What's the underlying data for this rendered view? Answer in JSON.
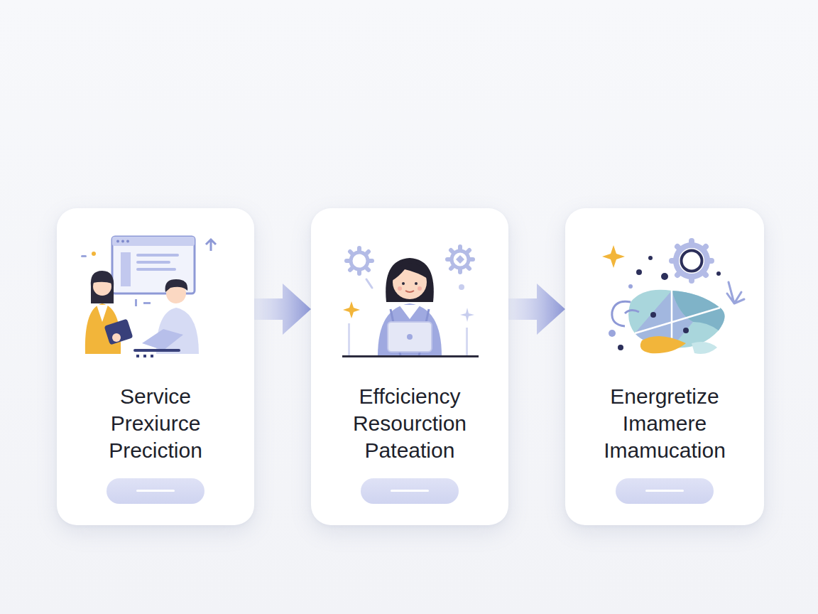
{
  "diagram": {
    "nodes": [
      {
        "text": [
          "Service Prexiurce Preciction"
        ]
      },
      {
        "text": [
          "Effciciency Resourction Pateation"
        ]
      },
      {
        "text": [
          "Energretize Imamere Imamucation"
        ]
      }
    ],
    "edges": [
      {
        "from": 0,
        "to": 1,
        "arrow": "to"
      },
      {
        "from": 1,
        "to": 2,
        "arrow": "to"
      }
    ]
  }
}
